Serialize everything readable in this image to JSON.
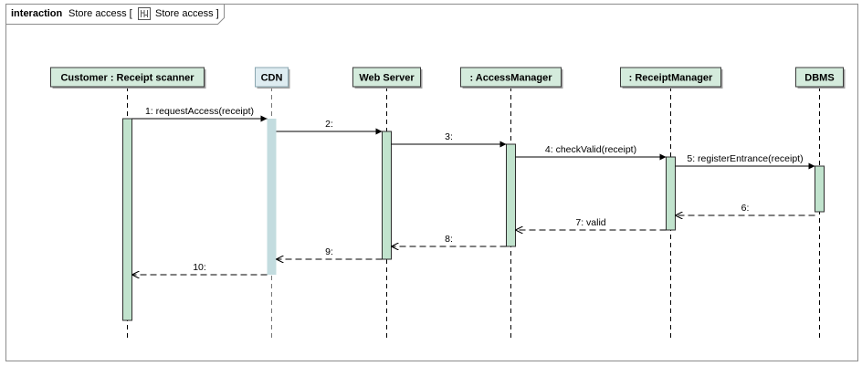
{
  "frame": {
    "keyword": "interaction",
    "name": "Store access [",
    "ref_label": "Store access ]",
    "ref_icon": "interaction-diagram-icon"
  },
  "lifelines": [
    {
      "id": "customer",
      "label": "Customer : Receipt scanner",
      "style": "normal"
    },
    {
      "id": "cdn",
      "label": "CDN",
      "style": "faded"
    },
    {
      "id": "webserver",
      "label": "Web Server",
      "style": "normal"
    },
    {
      "id": "accessmanager",
      "label": ": AccessManager",
      "style": "normal"
    },
    {
      "id": "receiptmanager",
      "label": ": ReceiptManager",
      "style": "normal"
    },
    {
      "id": "dbms",
      "label": "DBMS",
      "style": "normal"
    }
  ],
  "messages": [
    {
      "label": "1:  requestAccess(receipt)",
      "from": "customer",
      "to": "cdn",
      "kind": "call"
    },
    {
      "label": "2:",
      "from": "cdn",
      "to": "webserver",
      "kind": "call"
    },
    {
      "label": "3:",
      "from": "webserver",
      "to": "accessmanager",
      "kind": "call"
    },
    {
      "label": "4:  checkValid(receipt)",
      "from": "accessmanager",
      "to": "receiptmanager",
      "kind": "call"
    },
    {
      "label": "5:  registerEntrance(receipt)",
      "from": "receiptmanager",
      "to": "dbms",
      "kind": "call"
    },
    {
      "label": "6:",
      "from": "dbms",
      "to": "receiptmanager",
      "kind": "return"
    },
    {
      "label": "7:  valid",
      "from": "receiptmanager",
      "to": "accessmanager",
      "kind": "return"
    },
    {
      "label": "8:",
      "from": "accessmanager",
      "to": "webserver",
      "kind": "return"
    },
    {
      "label": "9:",
      "from": "webserver",
      "to": "cdn",
      "kind": "return"
    },
    {
      "label": "10:",
      "from": "cdn",
      "to": "customer",
      "kind": "return"
    }
  ],
  "colors": {
    "header_fill": "#d4ebdc",
    "header_fill_faded": "#deecf1",
    "activation_fill": "#c1e3cd",
    "activation_fill_faded": "#c3dcdf",
    "line": "#000000",
    "frame_border": "#8c8c8c",
    "shadow": "#a0a0a0"
  }
}
